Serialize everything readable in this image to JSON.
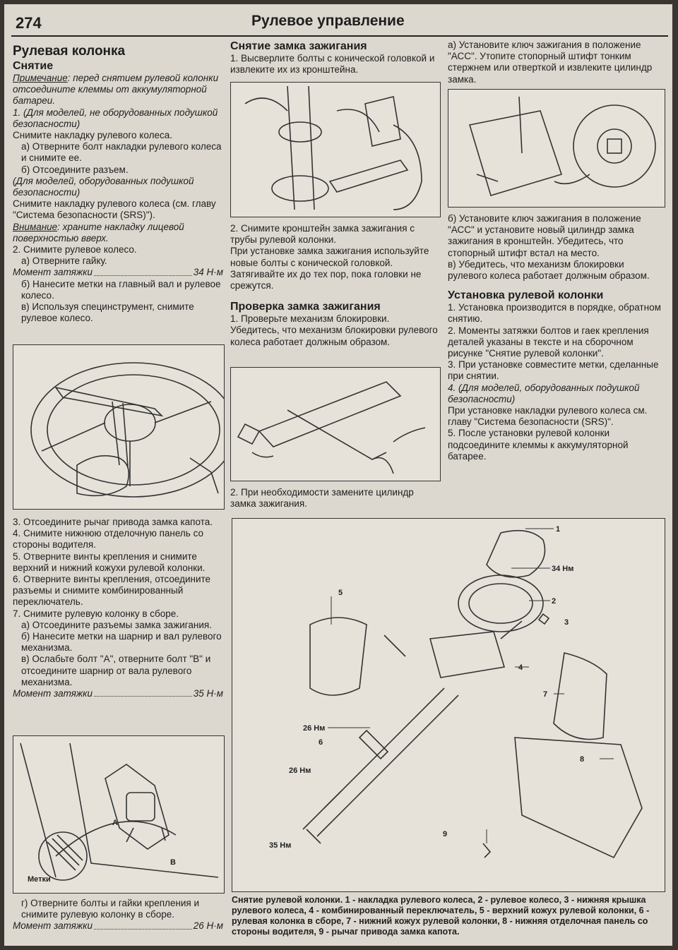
{
  "header": {
    "page_number": "274",
    "section_title": "Рулевое управление"
  },
  "col1": {
    "title": "Рулевая колонка",
    "subtitle": "Снятие",
    "note_label": "Примечание",
    "note_text": ": перед снятием рулевой колонки отсоедините клеммы от аккумуляторной батареи.",
    "s1_heading": "1. (Для моделей, не оборудованных подушкой безопасности)",
    "s1_text": "Снимите накладку рулевого колеса.",
    "s1_a": "а) Отверните болт накладки рулевого колеса и снимите ее.",
    "s1_b": "б) Отсоедините разъем.",
    "s1_srs_heading": "(Для моделей, оборудованных подушкой безопасности)",
    "s1_srs_text": "Снимите накладку рулевого колеса (см. главу \"Система безопасности (SRS)\").",
    "warn_label": "Внимание",
    "warn_text": ": храните накладку лицевой поверхностью вверх.",
    "s2": "2. Снимите рулевое колесо.",
    "s2_a": "а) Отверните гайку.",
    "torque1_label": "Момент затяжки",
    "torque1_value": "34 Н·м",
    "s2_b": "б) Нанесите метки на главный вал и рулевое колесо.",
    "s2_c": "в) Используя специнструмент, снимите рулевое колесо.",
    "s3": "3. Отсоедините рычаг привода замка капота.",
    "s4": "4. Снимите нижнюю отделочную панель со стороны водителя.",
    "s5": "5. Отверните винты крепления и снимите верхний и нижний кожухи рулевой колонки.",
    "s6": "6. Отверните винты крепления, отсоедините разъемы и снимите комбинированный переключатель.",
    "s7": "7. Снимите рулевую колонку в сборе.",
    "s7_a": "а) Отсоедините разъемы замка зажигания.",
    "s7_b": "б) Нанесите метки на шарнир и вал рулевого механизма.",
    "s7_c": "в) Ослабьте болт \"А\", отверните болт \"В\" и отсоедините шарнир от вала рулевого механизма.",
    "torque2_label": "Момент затяжки",
    "torque2_value": "35 Н·м",
    "fig2_label_a": "А",
    "fig2_label_b": "В",
    "fig2_label_marks": "Метки",
    "s7_d": "г) Отверните болты и гайки крепления и снимите рулевую колонку в сборе.",
    "torque3_label": "Момент затяжки",
    "torque3_value": "26 Н·м"
  },
  "col2": {
    "title1": "Снятие замка зажигания",
    "p1": "1. Высверлите болты с конической головкой и извлеките их из кронштейна.",
    "p2": "2. Снимите кронштейн замка зажигания с трубы рулевой колонки.",
    "p3": "При установке замка зажигания используйте новые болты с конической головкой. Затягивайте их до тех пор, пока головки не срежутся.",
    "title2": "Проверка замка зажигания",
    "p4": "1. Проверьте механизм блокировки. Убедитесь, что механизм блокировки рулевого колеса работает должным образом.",
    "p5": "2. При необходимости замените цилиндр замка зажигания."
  },
  "col3": {
    "p1": "а) Установите ключ зажигания в положение \"АСС\". Утопите стопорный штифт тонким стержнем или отверткой и извлеките цилиндр замка.",
    "p2": "б) Установите ключ зажигания в положение \"АСС\" и установите новый цилиндр замка зажигания в кронштейн. Убедитесь, что стопорный штифт встал на место.",
    "p3": "в) Убедитесь, что механизм блокировки рулевого колеса работает должным образом.",
    "title": "Установка рулевой колонки",
    "i1": "1. Установка производится в порядке, обратном снятию.",
    "i2": "2. Моменты затяжки болтов и гаек крепления деталей указаны в тексте и на сборочном рисунке \"Снятие рулевой колонки\".",
    "i3": "3. При установке совместите метки, сделанные при снятии.",
    "i4": "4. (Для моделей, оборудованных подушкой безопасности)",
    "i4_text": "При установке накладки рулевого колеса см. главу \"Система безопасности (SRS)\".",
    "i5": "5. После установки рулевой колонки подсоедините клеммы к аккумуляторной батарее."
  },
  "exploded": {
    "labels": [
      "1",
      "2",
      "3",
      "4",
      "5",
      "6",
      "7",
      "8",
      "9"
    ],
    "torque_34": "34 Нм",
    "torque_26a": "26 Нм",
    "torque_26b": "26 Нм",
    "torque_35": "35 Нм",
    "caption": "Снятие рулевой колонки. 1 - накладка рулевого колеса, 2 - рулевое колесо, 3 - нижняя крышка рулевого колеса, 4 - комбинированный переключатель, 5 - верхний кожух рулевой колонки, 6 - рулевая колонка в сборе, 7 - нижний кожух рулевой колонки, 8 - нижняя отделочная панель со стороны водителя, 9 - рычаг привода замка капота."
  }
}
